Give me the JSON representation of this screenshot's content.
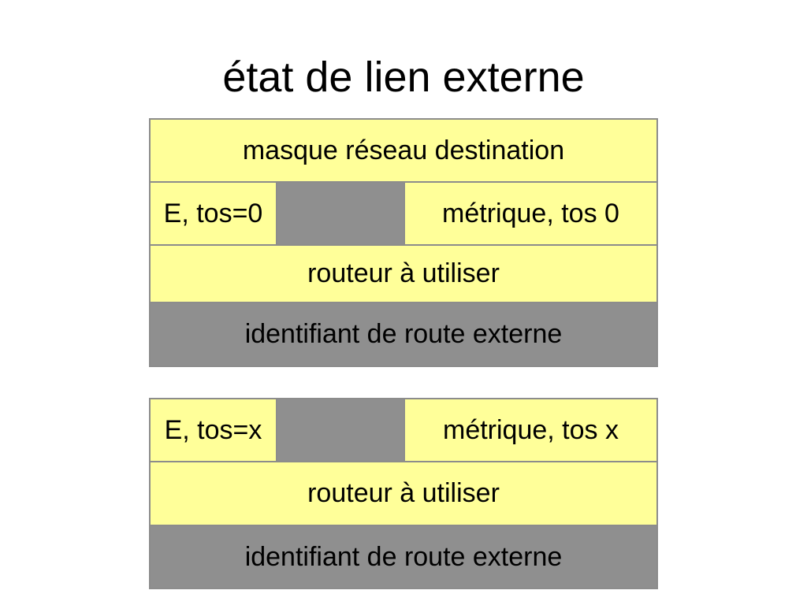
{
  "title": "état de lien externe",
  "colors": {
    "field_fill": "#ffff99",
    "reserved_fill": "#8f8f8f",
    "border": "#8c8c8c"
  },
  "block1": {
    "mask": "masque réseau destination",
    "e_tos": "E, tos=0",
    "metric": "métrique, tos 0",
    "router": "routeur à utiliser",
    "route_id": "identifiant de route externe"
  },
  "block2": {
    "e_tos": "E, tos=x",
    "metric": "métrique, tos x",
    "router": "routeur à utiliser",
    "route_id": "identifiant de route externe"
  }
}
